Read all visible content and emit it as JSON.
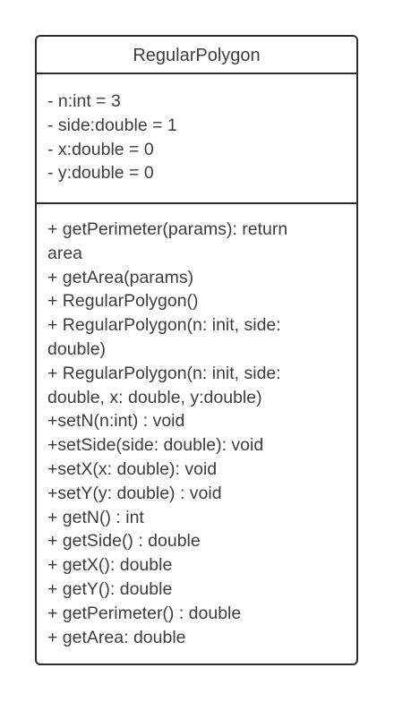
{
  "class_name": "RegularPolygon",
  "attributes": [
    "- n:int = 3",
    "- side:double = 1",
    "- x:double = 0",
    "- y:double = 0"
  ],
  "operations": [
    "+ getPerimeter(params): return\narea",
    "+ getArea(params)",
    "+ RegularPolygon()",
    "+ RegularPolygon(n: init, side:\ndouble)",
    "+ RegularPolygon(n: init, side:\ndouble, x: double, y:double)",
    "+setN(n:int) : void",
    "+setSide(side: double): void",
    "+setX(x: double): void",
    "+setY(y: double) : void",
    "+ getN() : int",
    "+ getSide() : double",
    "+ getX(): double",
    "+ getY(): double",
    "+ getPerimeter() : double",
    "+ getArea: double"
  ]
}
